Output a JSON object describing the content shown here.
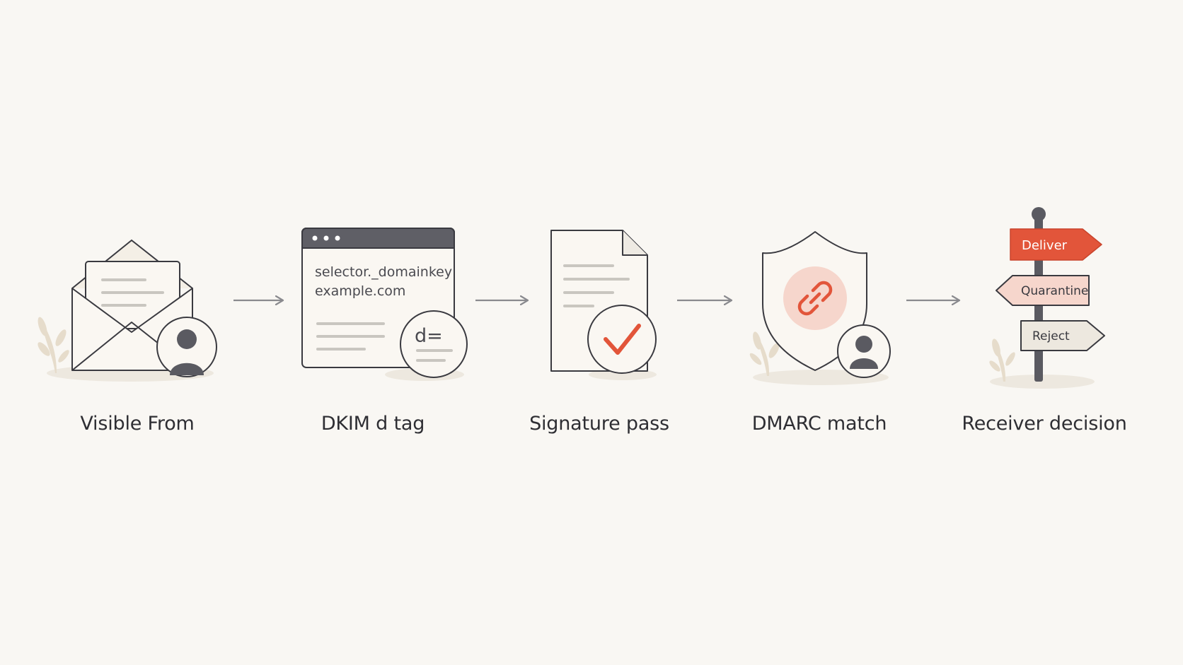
{
  "steps": [
    {
      "label": "Visible From"
    },
    {
      "label": "DKIM d tag"
    },
    {
      "label": "Signature pass"
    },
    {
      "label": "DMARC match"
    },
    {
      "label": "Receiver decision"
    }
  ],
  "dkim_window": {
    "line1": "selector._domainkey",
    "line2": "example.com",
    "tag": "d="
  },
  "signposts": {
    "deliver": "Deliver",
    "quarantine": "Quarantine",
    "reject": "Reject"
  },
  "colors": {
    "background": "#f9f7f3",
    "stroke": "#3a3a40",
    "accent": "#e2553a",
    "accent_soft": "#f6d6cc",
    "dark_gray": "#5a5a61",
    "light_line": "#c9c6c0",
    "shadow": "#ede8df"
  }
}
